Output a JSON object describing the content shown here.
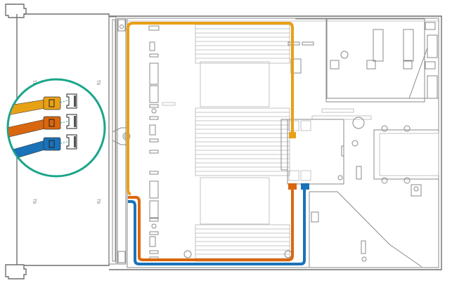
{
  "diagram": {
    "type": "server-cabling-illustration",
    "subject": "Server chassis top view with storage controller cable routing",
    "bay_labels": [
      "T0",
      "T0",
      "T0",
      "T0"
    ],
    "colors": {
      "cable_1": "#e8a015",
      "cable_2": "#d9670f",
      "cable_3": "#1a72b8",
      "callout_ring": "#1aa58a",
      "outline": "#8a8a8a",
      "background": "#ffffff"
    },
    "cables": [
      {
        "name": "cable-1",
        "color_name": "orange-yellow",
        "route": "front drive backplane top to controller upper port"
      },
      {
        "name": "cable-2",
        "color_name": "orange",
        "route": "front drive backplane lower to controller lower-left port"
      },
      {
        "name": "cable-3",
        "color_name": "blue",
        "route": "front drive backplane lower to controller lower-right port"
      }
    ],
    "callout": {
      "description": "Magnified view of three cable connectors plugging into ports",
      "connectors": [
        "yellow-connector",
        "orange-connector",
        "blue-connector"
      ]
    }
  }
}
